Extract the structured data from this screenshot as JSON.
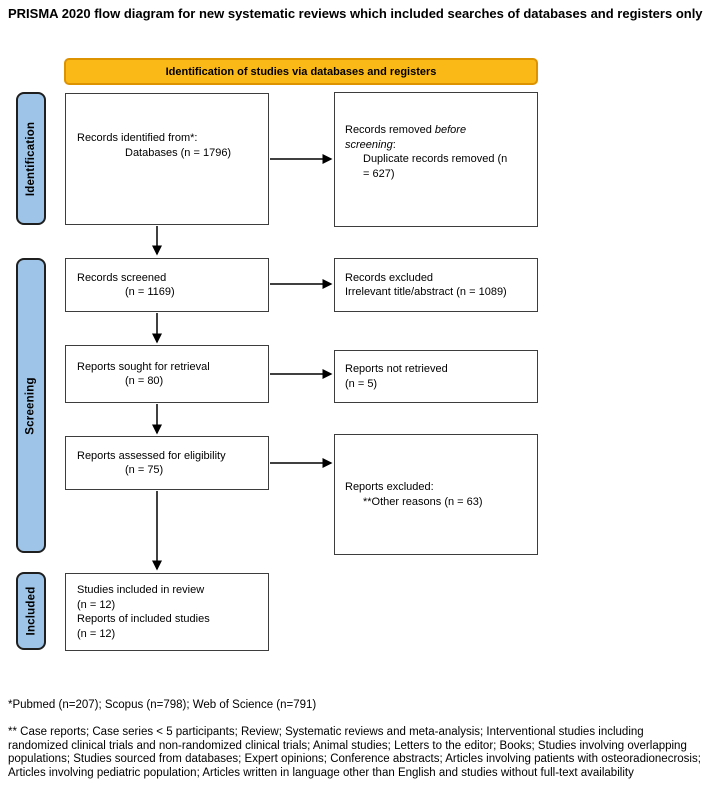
{
  "page": {
    "title": "PRISMA 2020 flow diagram for new systematic reviews which included searches of databases and registers only"
  },
  "banner": {
    "label": "Identification of studies via databases and registers"
  },
  "stages": {
    "identification": "Identification",
    "screening": "Screening",
    "included": "Included"
  },
  "boxes": {
    "records_identified": {
      "l1": "Records identified from*:",
      "l2": "Databases (n = 1796)"
    },
    "records_removed": {
      "l1_regular": "Records removed ",
      "l1_italic": "before",
      "l2_italic": "screening",
      "l2_regular": ":",
      "l3": "Duplicate records removed (n",
      "l4": "= 627)"
    },
    "records_screened": {
      "l1": "Records screened",
      "l2": "(n = 1169)"
    },
    "records_excluded": {
      "l1": "Records excluded",
      "l2": "Irrelevant title/abstract (n = 1089)"
    },
    "reports_sought": {
      "l1": "Reports sought for retrieval",
      "l2": "(n = 80)"
    },
    "reports_not_retrieved": {
      "l1": "Reports not retrieved",
      "l2": "(n = 5)"
    },
    "reports_assessed": {
      "l1": "Reports assessed for eligibility",
      "l2": "(n = 75)"
    },
    "reports_excluded": {
      "l1": "Reports excluded:",
      "l2": "**Other reasons (n = 63)"
    },
    "studies_included": {
      "l1": "Studies included in review",
      "l2": "(n = 12)",
      "l3": "Reports of included studies",
      "l4": "(n = 12)"
    }
  },
  "footnotes": {
    "first": "*Pubmed (n=207); Scopus (n=798); Web of Science (n=791)",
    "second": "** Case reports; Case series < 5 participants; Review; Systematic reviews and meta-analysis; Interventional studies including randomized clinical trials and non-randomized clinical trials; Animal studies; Letters to the editor; Books; Studies involving overlapping populations; Studies sourced from databases; Expert opinions; Conference abstracts; Articles involving patients with osteoradionecrosis; Articles involving pediatric population; Articles written in language other than English and studies without full-text availability"
  },
  "colors": {
    "banner_fill": "#FBB917",
    "banner_border": "#DD9200",
    "stage_fill": "#9EC5E8",
    "stage_border": "#1F1F1F",
    "box_border": "#3D3D3D",
    "arrow": "#000000"
  }
}
